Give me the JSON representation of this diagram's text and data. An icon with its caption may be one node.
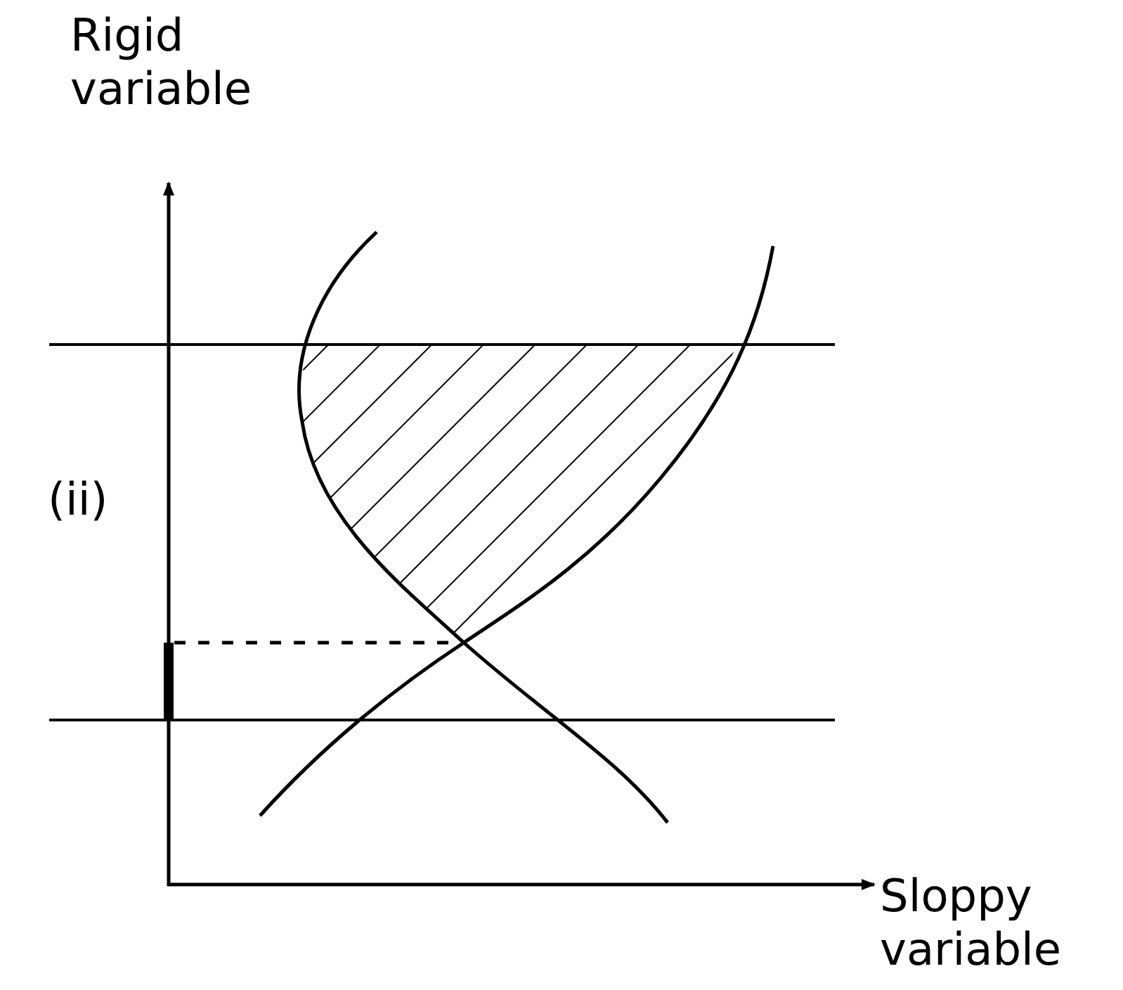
{
  "diagram": {
    "labels": [
      "Rigid variable",
      "(ii)",
      "Sloppy variable"
    ]
  }
}
